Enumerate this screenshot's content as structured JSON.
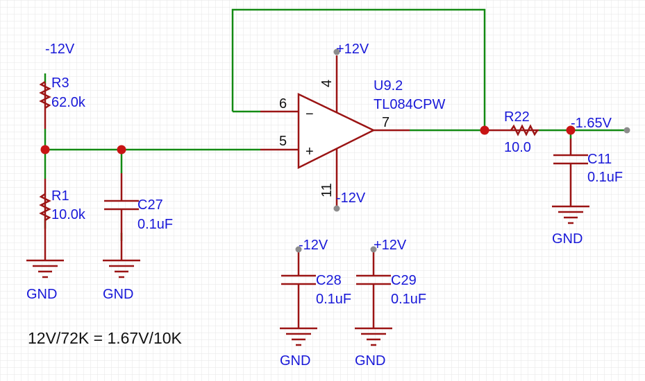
{
  "colors": {
    "wire": "#138a13",
    "component": "#9b1414",
    "junction": "#c81414",
    "label_text": "#1818d8",
    "pin_text": "#111111",
    "grid": "#e2e2e2",
    "background": "#ffffff"
  },
  "rails": {
    "neg_top_left": "-12V",
    "pos_opamp": "+12V",
    "neg_opamp": "-12V",
    "neg_bypass": "-12V",
    "pos_bypass": "+12V",
    "output_net": "-1.65V"
  },
  "opamp": {
    "designator": "U9.2",
    "part": "TL084CPW",
    "pin_inv": "6",
    "pin_noninv": "5",
    "pin_out": "7",
    "pin_vpos": "4",
    "pin_vneg": "11",
    "sign_inv": "−",
    "sign_noninv": "+"
  },
  "resistors": {
    "r3": {
      "designator": "R3",
      "value": "62.0k"
    },
    "r1": {
      "designator": "R1",
      "value": "10.0k"
    },
    "r22": {
      "designator": "R22",
      "value": "10.0"
    }
  },
  "capacitors": {
    "c27": {
      "designator": "C27",
      "value": "0.1uF"
    },
    "c11": {
      "designator": "C11",
      "value": "0.1uF"
    },
    "c28": {
      "designator": "C28",
      "value": "0.1uF"
    },
    "c29": {
      "designator": "C29",
      "value": "0.1uF"
    }
  },
  "grounds": {
    "gnd_r1": "GND",
    "gnd_c27": "GND",
    "gnd_c11": "GND",
    "gnd_c28": "GND",
    "gnd_c29": "GND"
  },
  "note": "12V/72K = 1.67V/10K"
}
